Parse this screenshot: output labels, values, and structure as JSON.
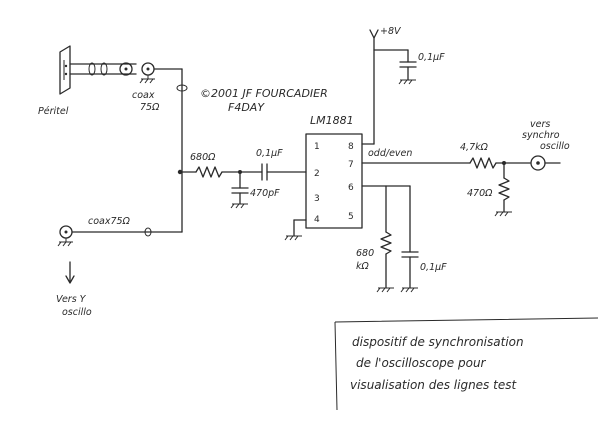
{
  "labels": {
    "peritel": "Péritel",
    "coax_top_1": "coax",
    "coax_top_2": "75Ω",
    "coax_bottom": "coax75Ω",
    "vers_y_1": "Vers Y",
    "vers_y_2": "oscillo",
    "copyright_1": "©2001 JF FOURCADIER",
    "copyright_2": "F4DAY",
    "ic_name": "LM1881",
    "supply": "+8V",
    "cap_supply": "0,1μF",
    "r_in": "680Ω",
    "cap_coupling": "0,1μF",
    "cap_470": "470pF",
    "odd_even": "odd/even",
    "r_out": "4,7kΩ",
    "r_pulldown": "470Ω",
    "vers_synchro_1": "vers",
    "vers_synchro_2": "synchro",
    "vers_synchro_3": "oscillo",
    "r_680k_1": "680",
    "r_680k_2": "kΩ",
    "cap_pin6": "0,1μF"
  },
  "pins": [
    "1",
    "2",
    "3",
    "4",
    "5",
    "6",
    "7",
    "8"
  ],
  "note": {
    "line1": "dispositif de synchronisation",
    "line2": "de l'oscilloscope pour",
    "line3": "visualisation des lignes test"
  }
}
